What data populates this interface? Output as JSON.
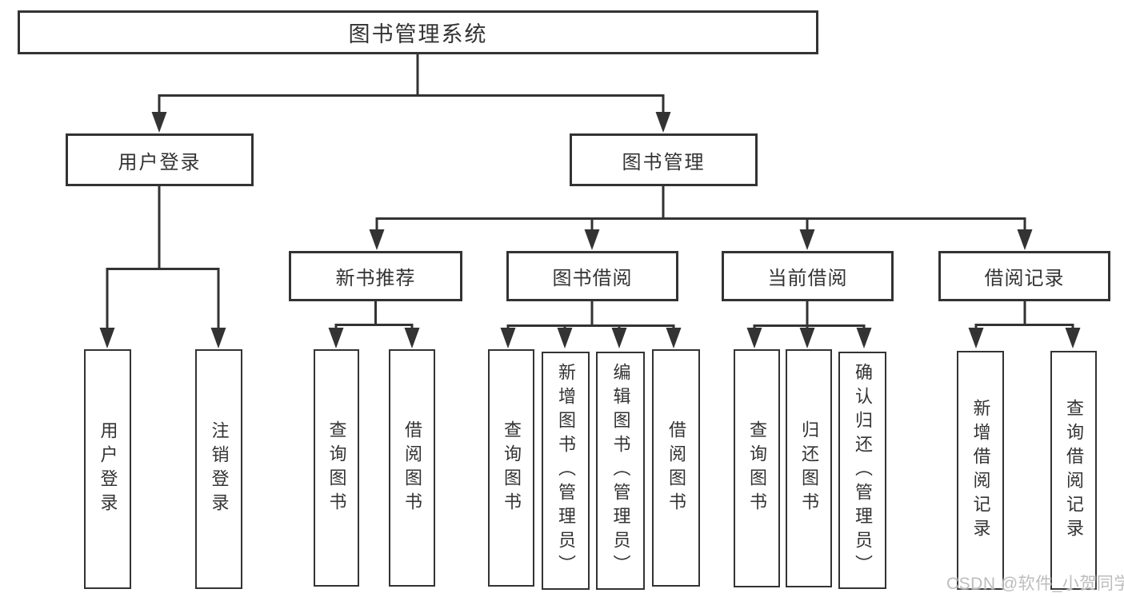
{
  "colors": {
    "background": "#ffffff",
    "line": "#333333",
    "text": "#333333",
    "watermark": "#bdbdbd"
  },
  "watermark": {
    "text": "CSDN @软件_小贺同学"
  },
  "tree": {
    "root": {
      "label": "图书管理系统"
    },
    "children": [
      {
        "label": "用户登录",
        "children": [
          {
            "label": "用户登录"
          },
          {
            "label": "注销登录"
          }
        ]
      },
      {
        "label": "图书管理",
        "children": [
          {
            "label": "新书推荐",
            "children": [
              {
                "label": "查询图书"
              },
              {
                "label": "借阅图书"
              }
            ]
          },
          {
            "label": "图书借阅",
            "children": [
              {
                "label": "查询图书"
              },
              {
                "label": "新增图书（管理员）"
              },
              {
                "label": "编辑图书（管理员）"
              },
              {
                "label": "借阅图书"
              }
            ]
          },
          {
            "label": "当前借阅",
            "children": [
              {
                "label": "查询图书"
              },
              {
                "label": "归还图书"
              },
              {
                "label": "确认归还（管理员）"
              }
            ]
          },
          {
            "label": "借阅记录",
            "children": [
              {
                "label": "新增借阅记录"
              },
              {
                "label": "查询借阅记录"
              }
            ]
          }
        ]
      }
    ]
  }
}
